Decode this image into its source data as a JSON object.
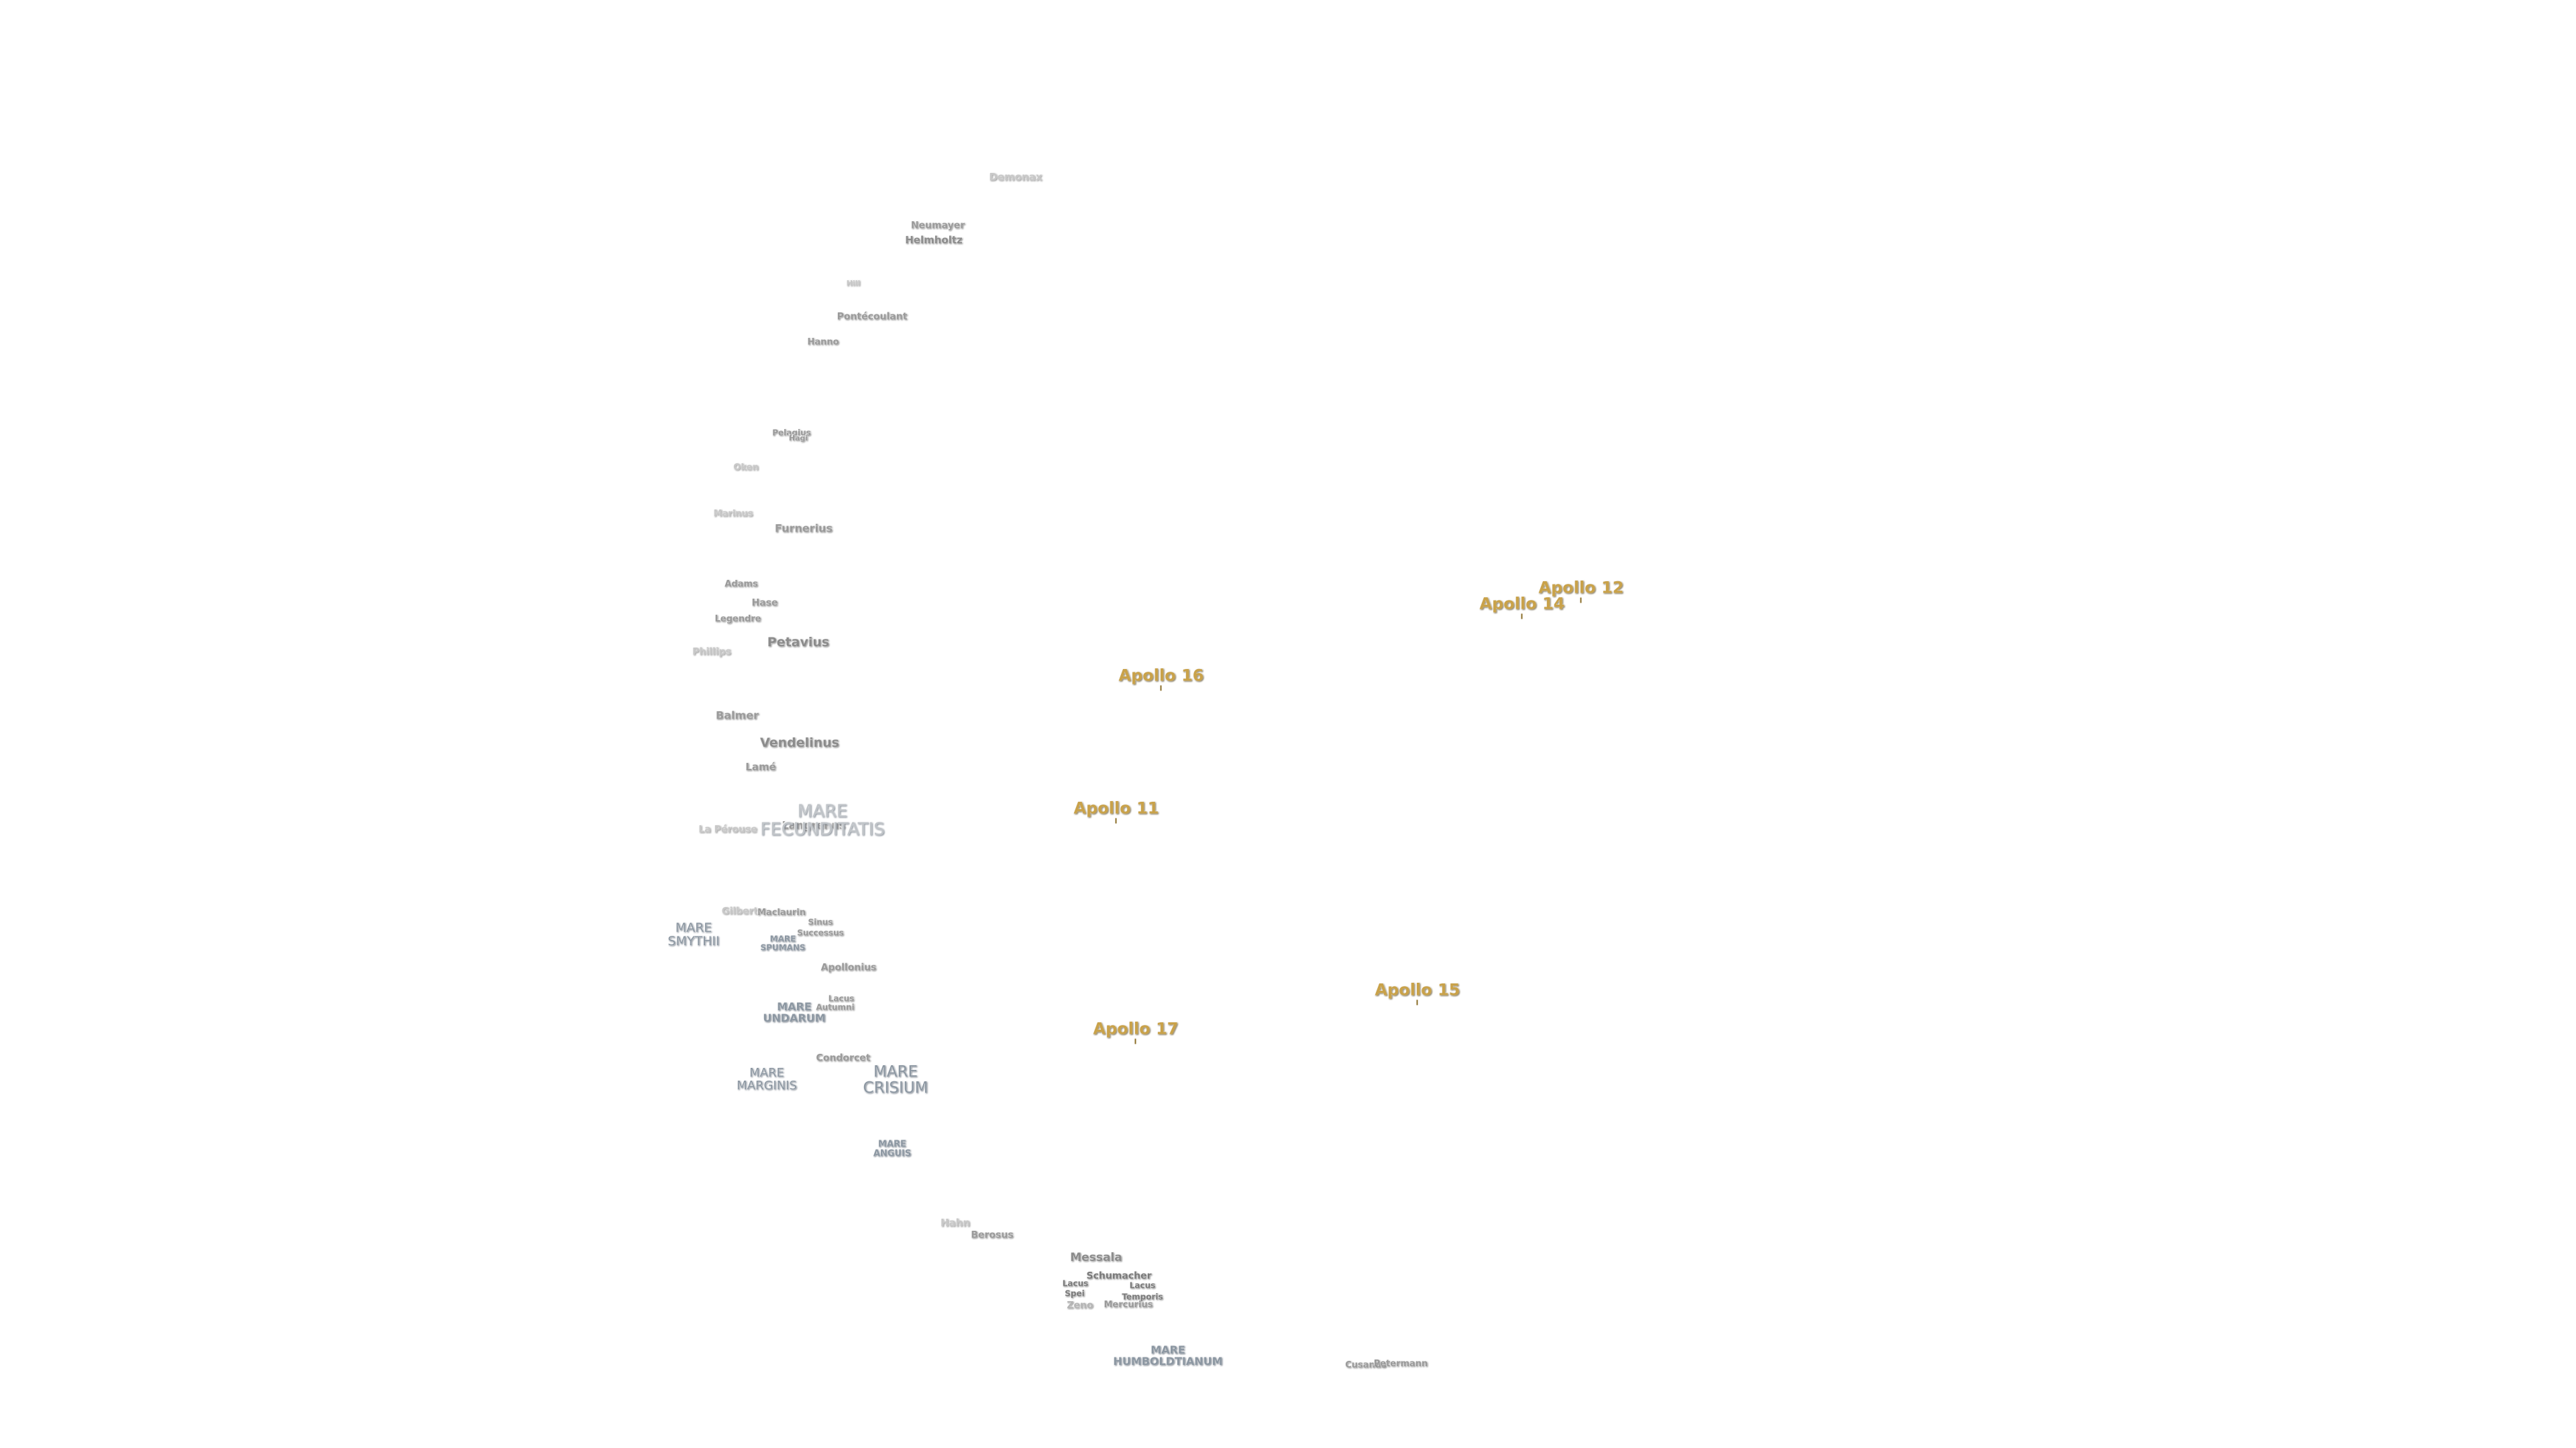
{
  "labels": {
    "craters": {
      "demonax": "Demonax",
      "neumayer": "Neumayer",
      "helmholtz": "Helmholtz",
      "hill": "Hill",
      "pontecoulant": "Pontécoulant",
      "hanno": "Hanno",
      "pelagius": "Pelagius",
      "hagi": "Hagi",
      "oken": "Oken",
      "marinus": "Marinus",
      "furnerius": "Furnerius",
      "adams": "Adams",
      "hase": "Hase",
      "legendre": "Legendre",
      "phillips": "Phillips",
      "petavius": "Petavius",
      "balmer": "Balmer",
      "vendelinus": "Vendelinus",
      "lame": "Lamé",
      "la_perouse": "La Pérouse",
      "langrenus": "Langrenus",
      "gilbert": "Gilbert",
      "maclaurin": "Maclaurin",
      "sinus": "Sinus",
      "successus": "Successus",
      "apollonius": "Apollonius",
      "lacus_a": "Lacus",
      "lacus_b": "Autumni",
      "condorcet": "Condorcet",
      "hahn": "Hahn",
      "berosus": "Berosus",
      "messala": "Messala",
      "schumacher": "Schumacher",
      "lacus_c": "Lacus",
      "spei": "Spei",
      "lacus_d": "Lacus",
      "temporis": "Temporis",
      "zeno": "Zeno",
      "mercurius": "Mercurius",
      "cusanus": "Cusanus",
      "petermann": "Petermann"
    },
    "maria": {
      "fecunditatis_1": "MARE",
      "fecunditatis_2": "FECUNDITATIS",
      "smythii_1": "MARE",
      "smythii_2": "SMYTHII",
      "spumans_1": "MARE",
      "spumans_2": "SPUMANS",
      "undarum_1": "MARE",
      "undarum_2": "UNDARUM",
      "marginis_1": "MARE",
      "marginis_2": "MARGINIS",
      "crisium_1": "MARE",
      "crisium_2": "CRISIUM",
      "anguis_1": "MARE",
      "anguis_2": "ANGUIS",
      "humboldtianum_1": "MARE",
      "humboldtianum_2": "HUMBOLDTIANUM"
    },
    "apollo": {
      "a12": "Apollo 12",
      "a14": "Apollo 14",
      "a16": "Apollo 16",
      "a11": "Apollo 11",
      "a15": "Apollo 15",
      "a17": "Apollo 17"
    }
  },
  "colors": {
    "background": "#ffffff",
    "crater_text": "#9a9a9a",
    "mare_text": "#8c97a2",
    "apollo_text": "#c9a24a"
  }
}
